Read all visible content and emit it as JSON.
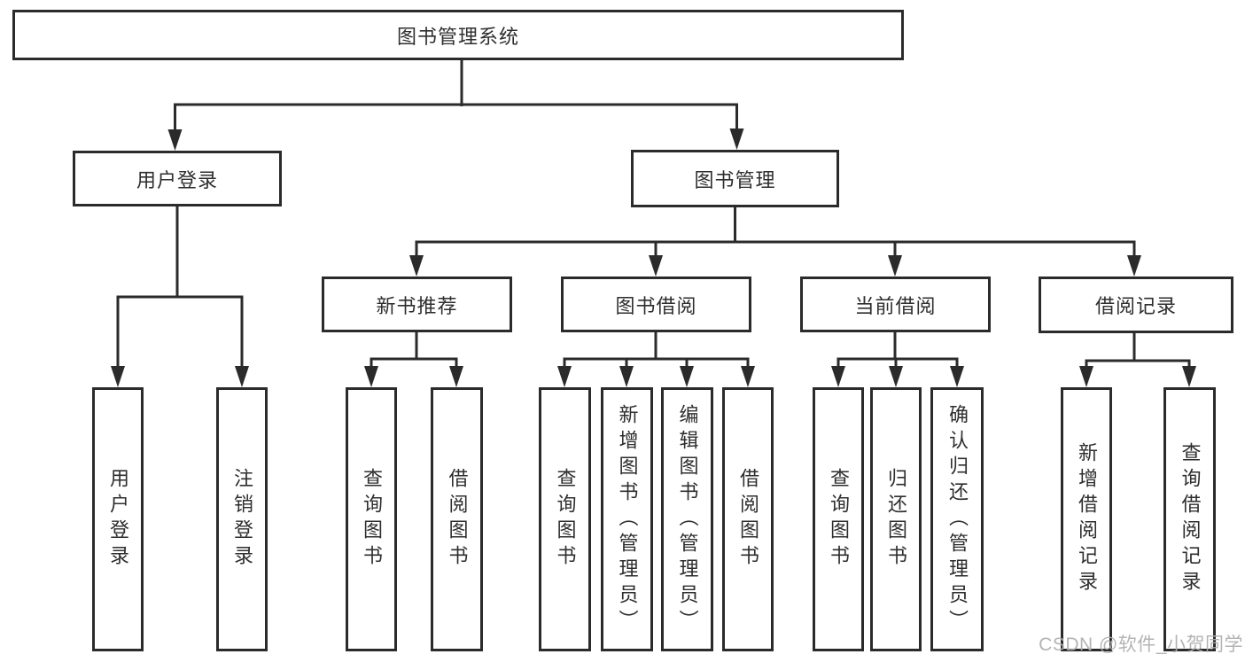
{
  "colors": {
    "line": "#2b2b2b",
    "text": "#2e2e2e",
    "box_background": "#ffffff",
    "page_background": "#ffffff",
    "watermark": "#aeaeae"
  },
  "diagram": {
    "root": {
      "label": "图书管理系统"
    },
    "level2": [
      {
        "id": "user-login",
        "label": "用户登录"
      },
      {
        "id": "book-management",
        "label": "图书管理"
      }
    ],
    "level3": [
      {
        "id": "new-book-recommend",
        "label": "新书推荐",
        "parent": "图书管理"
      },
      {
        "id": "book-borrow",
        "label": "图书借阅",
        "parent": "图书管理"
      },
      {
        "id": "current-borrow",
        "label": "当前借阅",
        "parent": "图书管理"
      },
      {
        "id": "borrow-records",
        "label": "借阅记录",
        "parent": "图书管理"
      }
    ],
    "leaves": [
      {
        "parent": "用户登录",
        "label": "用户登录"
      },
      {
        "parent": "用户登录",
        "label": "注销登录"
      },
      {
        "parent": "新书推荐",
        "label": "查询图书"
      },
      {
        "parent": "新书推荐",
        "label": "借阅图书"
      },
      {
        "parent": "图书借阅",
        "label": "查询图书"
      },
      {
        "parent": "图书借阅",
        "label": "新增图书（管理员）"
      },
      {
        "parent": "图书借阅",
        "label": "编辑图书（管理员）"
      },
      {
        "parent": "图书借阅",
        "label": "借阅图书"
      },
      {
        "parent": "当前借阅",
        "label": "查询图书"
      },
      {
        "parent": "当前借阅",
        "label": "归还图书"
      },
      {
        "parent": "当前借阅",
        "label": "确认归还（管理员）"
      },
      {
        "parent": "借阅记录",
        "label": "新增借阅记录"
      },
      {
        "parent": "借阅记录",
        "label": "查询借阅记录"
      }
    ]
  },
  "watermark": {
    "text": "CSDN @软件_小贺同学"
  }
}
